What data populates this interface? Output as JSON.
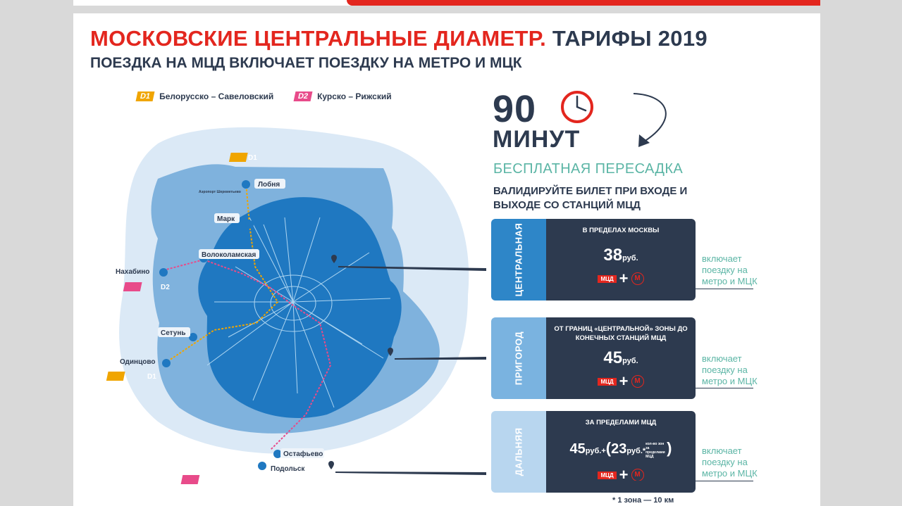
{
  "title": {
    "red": "МОСКОВСКИЕ ЦЕНТРАЛЬНЫЕ ДИАМЕТР.",
    "dark": "ТАРИФЫ 2019"
  },
  "subtitle": "ПОЕЗДКА НА МЦД ВКЛЮЧАЕТ ПОЕЗДКУ НА МЕТРО И МЦК",
  "legend": [
    {
      "tag": "D1",
      "name": "Белорусско – Савеловский",
      "color": "#f0a500"
    },
    {
      "tag": "D2",
      "name": "Курско – Рижский",
      "color": "#e84b8a"
    }
  ],
  "map": {
    "stations": {
      "lobnya": "Лобня",
      "sheremetyevo": "Аэропорт Шереметьево",
      "mark": "Марк",
      "volokolamskaya": "Волоколамская",
      "nakhabino": "Нахабино",
      "setun": "Сетунь",
      "odintsovo": "Одинцово",
      "ostafyevo": "Остафьево",
      "podolsk": "Подольск"
    },
    "tags": {
      "d1": "D1",
      "d2": "D2"
    }
  },
  "promo": {
    "minutes": "90",
    "unit": "МИНУТ",
    "transfer": "БЕСПЛАТНАЯ ПЕРЕСАДКА",
    "validate": "ВАЛИДИРУЙТЕ БИЛЕТ ПРИ ВХОДЕ И ВЫХОДЕ СО СТАНЦИЙ МЦД"
  },
  "zones": [
    {
      "label": "ЦЕНТРАЛЬНАЯ",
      "head": "В ПРЕДЕЛАХ МОСКВЫ",
      "price": "38",
      "rub": "руб.",
      "color": "#2e86c8"
    },
    {
      "label": "ПРИГОРОД",
      "head": "ОТ ГРАНИЦ «ЦЕНТРАЛЬНОЙ» ЗОНЫ ДО КОНЕЧНЫХ СТАНЦИЙ МЦД",
      "price": "45",
      "rub": "руб.",
      "color": "#7ab3e0"
    },
    {
      "label": "ДАЛЬНЯЯ",
      "head": "ЗА ПРЕДЕЛАМИ МЦД",
      "price": "45",
      "rub": "руб.",
      "plus": "+",
      "extra": "23",
      "extra_rub": "руб.*",
      "extra_note": "кол-во зон за пределами МЦД",
      "color": "#b8d6ef"
    }
  ],
  "badges": {
    "mcd": "МЦД",
    "plus": "+",
    "metro": "М"
  },
  "includes": [
    "включает",
    "поездку на",
    "метро и МЦК"
  ],
  "footnote": "* 1 зона — 10 км"
}
